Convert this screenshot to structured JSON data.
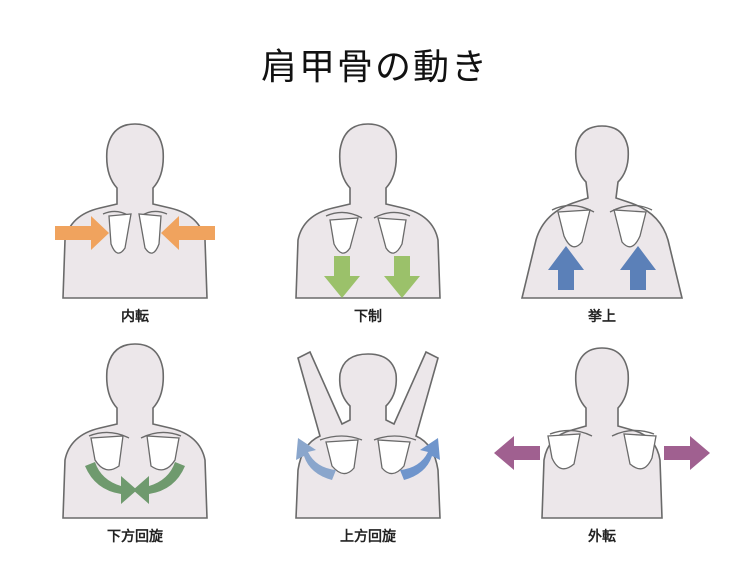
{
  "title": "肩甲骨の動き",
  "panels": [
    {
      "label": "内転",
      "arrow_color": "#f0a35e",
      "arrow_direction": "inward"
    },
    {
      "label": "下制",
      "arrow_color": "#9bc16a",
      "arrow_direction": "down"
    },
    {
      "label": "挙上",
      "arrow_color": "#5b80b8",
      "arrow_direction": "up"
    },
    {
      "label": "下方回旋",
      "arrow_color": "#6f9a6e",
      "arrow_direction": "curved-down-inward"
    },
    {
      "label": "上方回旋",
      "arrow_color": "#8aa6cc",
      "arrow_direction": "curved-up-outward"
    },
    {
      "label": "外転",
      "arrow_color": "#a06090",
      "arrow_direction": "outward"
    }
  ]
}
